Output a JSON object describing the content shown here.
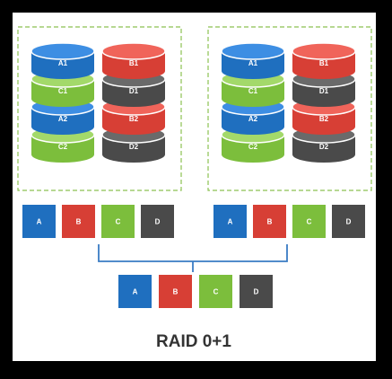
{
  "colors": {
    "blue": "#1f6fbf",
    "blue_top": "#3d8ee3",
    "red": "#d73f35",
    "red_top": "#f0645a",
    "green": "#7cbe3c",
    "green_top": "#a3d96a",
    "dark": "#4a4a4a",
    "dark_top": "#6a6a6a",
    "frame": "#000000",
    "panel": "#ffffff",
    "dashed_border": "#8cc152",
    "connector": "#3a7cc4",
    "title_text": "#333333"
  },
  "mirror_groups": [
    {
      "stripe_sets": [
        {
          "disks": [
            {
              "label": "A1",
              "color": "blue"
            },
            {
              "label": "C1",
              "color": "green"
            },
            {
              "label": "A2",
              "color": "blue"
            },
            {
              "label": "C2",
              "color": "green"
            }
          ]
        },
        {
          "disks": [
            {
              "label": "B1",
              "color": "red"
            },
            {
              "label": "D1",
              "color": "dark"
            },
            {
              "label": "B2",
              "color": "red"
            },
            {
              "label": "D2",
              "color": "dark"
            }
          ]
        }
      ],
      "blocks": [
        {
          "label": "A",
          "color": "blue"
        },
        {
          "label": "B",
          "color": "red"
        },
        {
          "label": "C",
          "color": "green"
        },
        {
          "label": "D",
          "color": "dark"
        }
      ]
    },
    {
      "stripe_sets": [
        {
          "disks": [
            {
              "label": "A1",
              "color": "blue"
            },
            {
              "label": "C1",
              "color": "green"
            },
            {
              "label": "A2",
              "color": "blue"
            },
            {
              "label": "C2",
              "color": "green"
            }
          ]
        },
        {
          "disks": [
            {
              "label": "B1",
              "color": "red"
            },
            {
              "label": "D1",
              "color": "dark"
            },
            {
              "label": "B2",
              "color": "red"
            },
            {
              "label": "D2",
              "color": "dark"
            }
          ]
        }
      ],
      "blocks": [
        {
          "label": "A",
          "color": "blue"
        },
        {
          "label": "B",
          "color": "red"
        },
        {
          "label": "C",
          "color": "green"
        },
        {
          "label": "D",
          "color": "dark"
        }
      ]
    }
  ],
  "result_blocks": [
    {
      "label": "A",
      "color": "blue"
    },
    {
      "label": "B",
      "color": "red"
    },
    {
      "label": "C",
      "color": "green"
    },
    {
      "label": "D",
      "color": "dark"
    }
  ],
  "title": "RAID 0+1"
}
